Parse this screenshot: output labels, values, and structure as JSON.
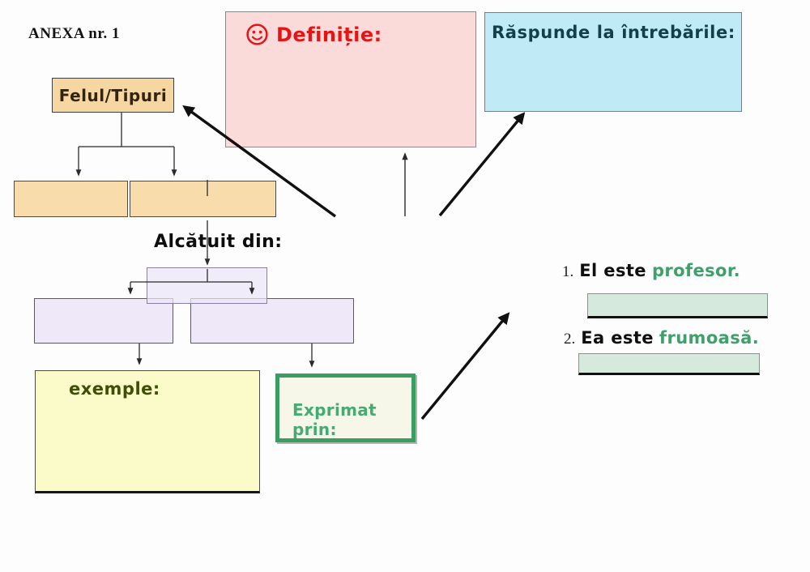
{
  "header": {
    "annotation": "ANEXA nr. 1"
  },
  "boxes": {
    "definition": {
      "label": "Definiție:",
      "icon": "smiley-face-icon"
    },
    "questions": {
      "label": "Răspunde la întrebările:"
    },
    "types": {
      "label": "Felul/Tipuri"
    },
    "composition": {
      "label": "Alcătuit din:"
    },
    "examples": {
      "label": "exemple:"
    },
    "expressed_by": {
      "label": "Exprimat prin:"
    }
  },
  "sentences": [
    {
      "num": "1.",
      "lead": "El este",
      "highlight": "profesor."
    },
    {
      "num": "2.",
      "lead": "Ea este",
      "highlight": "frumoasă."
    }
  ],
  "colors": {
    "definition_fill": "#fbdada",
    "definition_text": "#e81414",
    "questions_fill": "#c0eaf6",
    "questions_text": "#123f4b",
    "types_fill": "#f6d7a1",
    "blank_tan_fill": "#f8dcab",
    "blank_purple_fill": "#eee8f8",
    "examples_fill": "#fbfbc9",
    "examples_text": "#3f4e08",
    "expressed_border": "#3a9e63",
    "expressed_text": "#45aa73",
    "highlight_green": "#3fa06a",
    "answer_strip_fill": "#d6e9dd",
    "connector": "#2a2a2a",
    "arrow": "#101010"
  }
}
